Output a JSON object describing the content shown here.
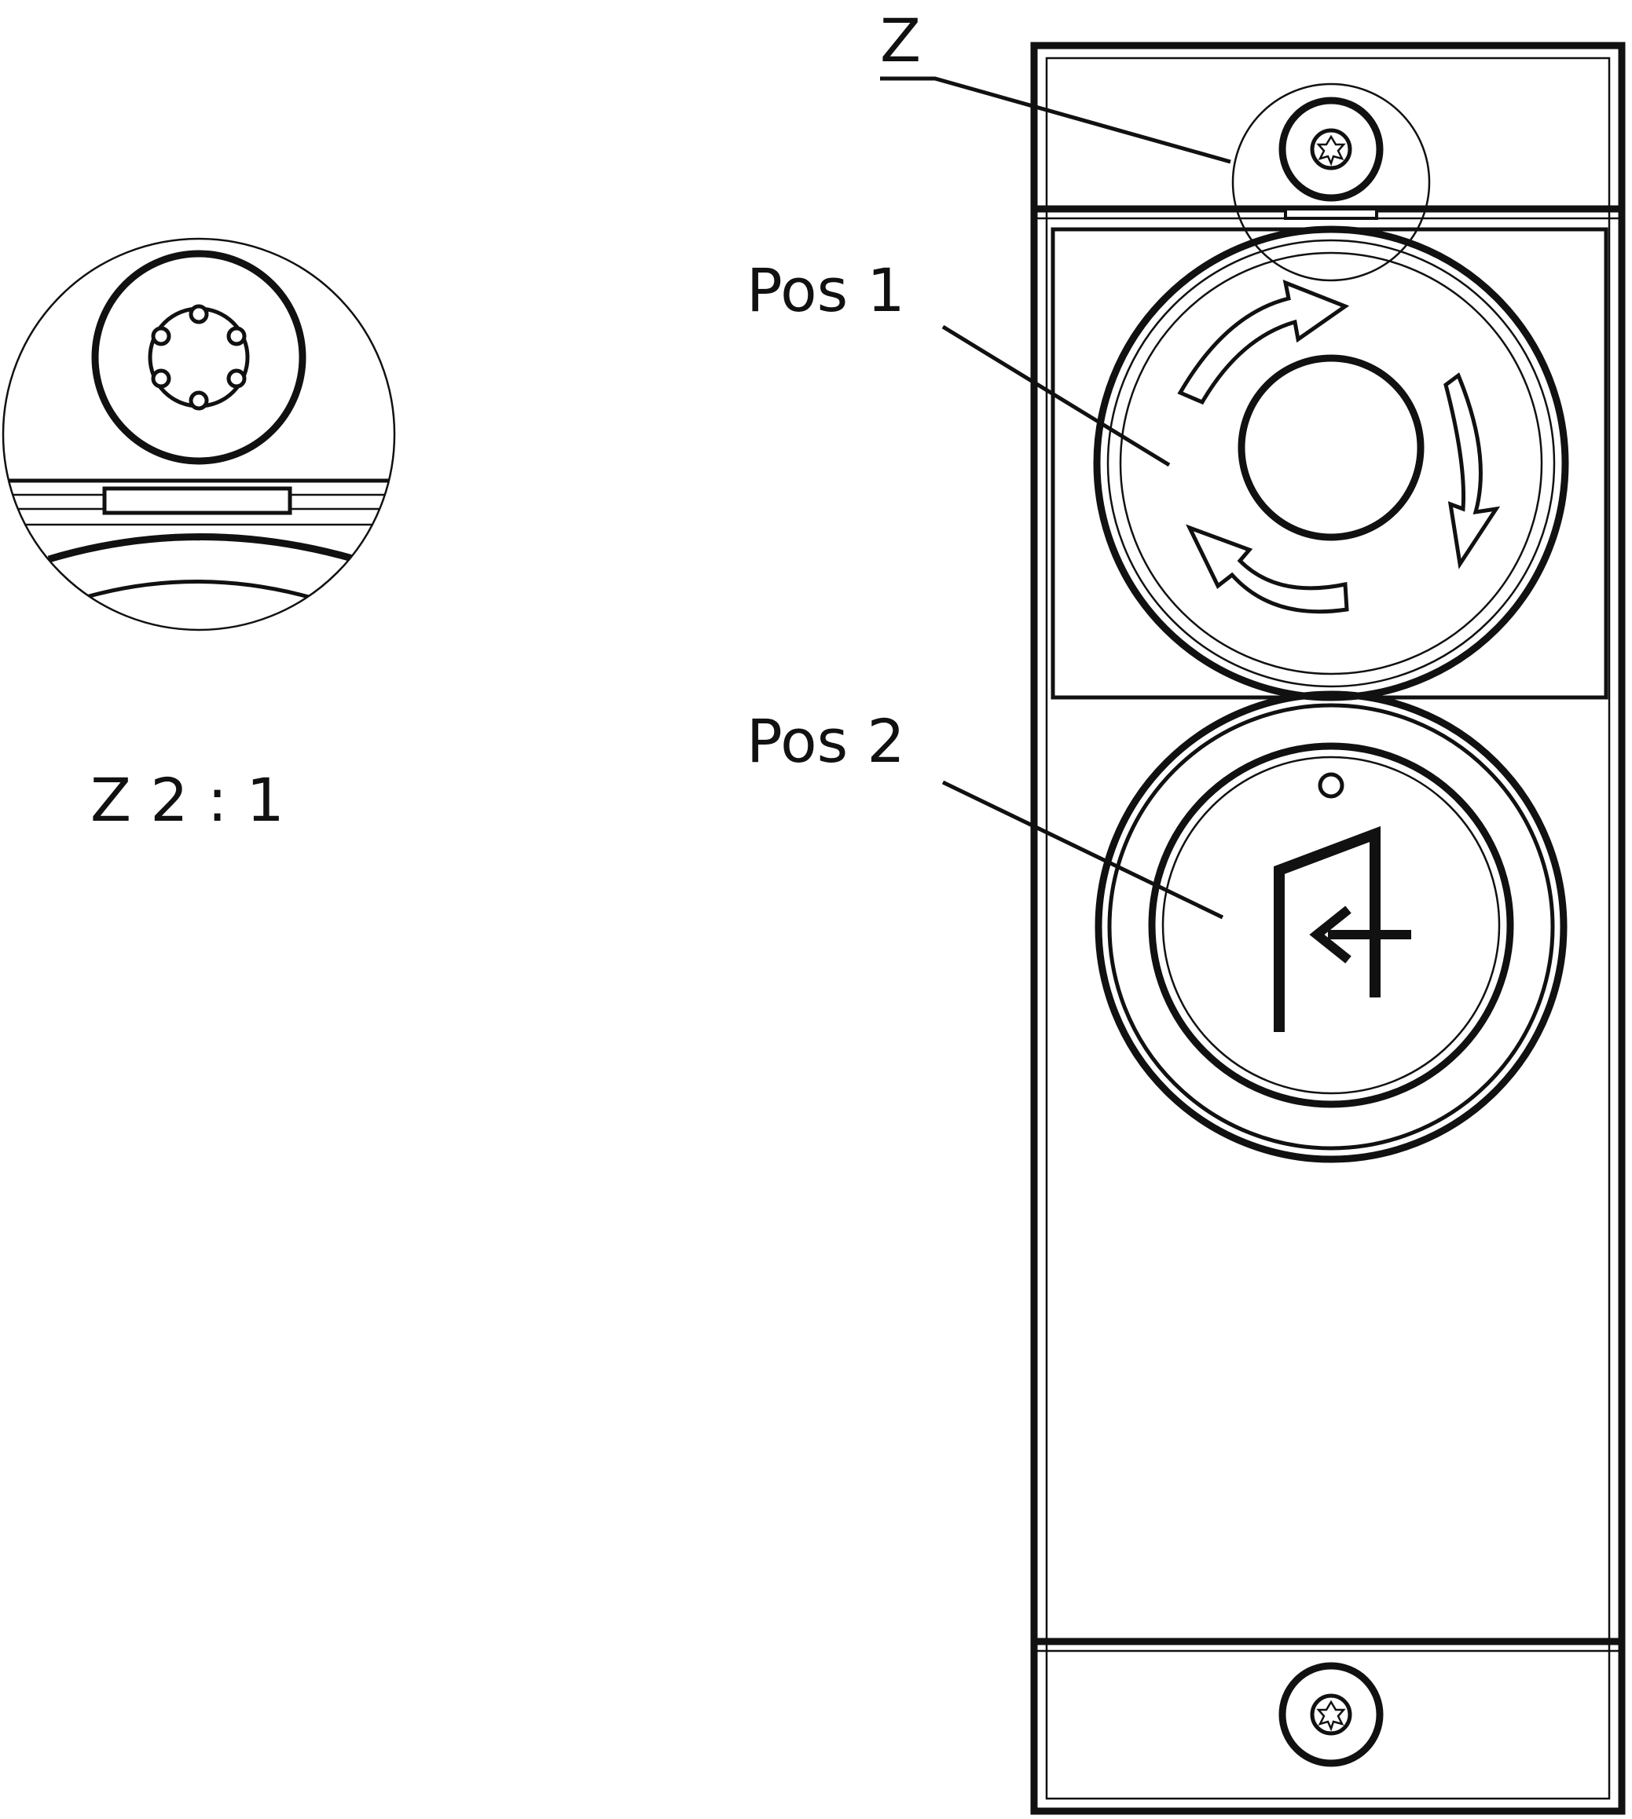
{
  "labels": {
    "detail_callout": "Z",
    "pos1": "Pos 1",
    "pos2": "Pos 2",
    "detail_scale": "Z 2 : 1"
  },
  "colors": {
    "line": "#111111",
    "background": "#ffffff"
  },
  "icons": {
    "pos1_symbol": "rotate-to-release-arrows",
    "pos2_symbol": "reset-return-arrow"
  }
}
